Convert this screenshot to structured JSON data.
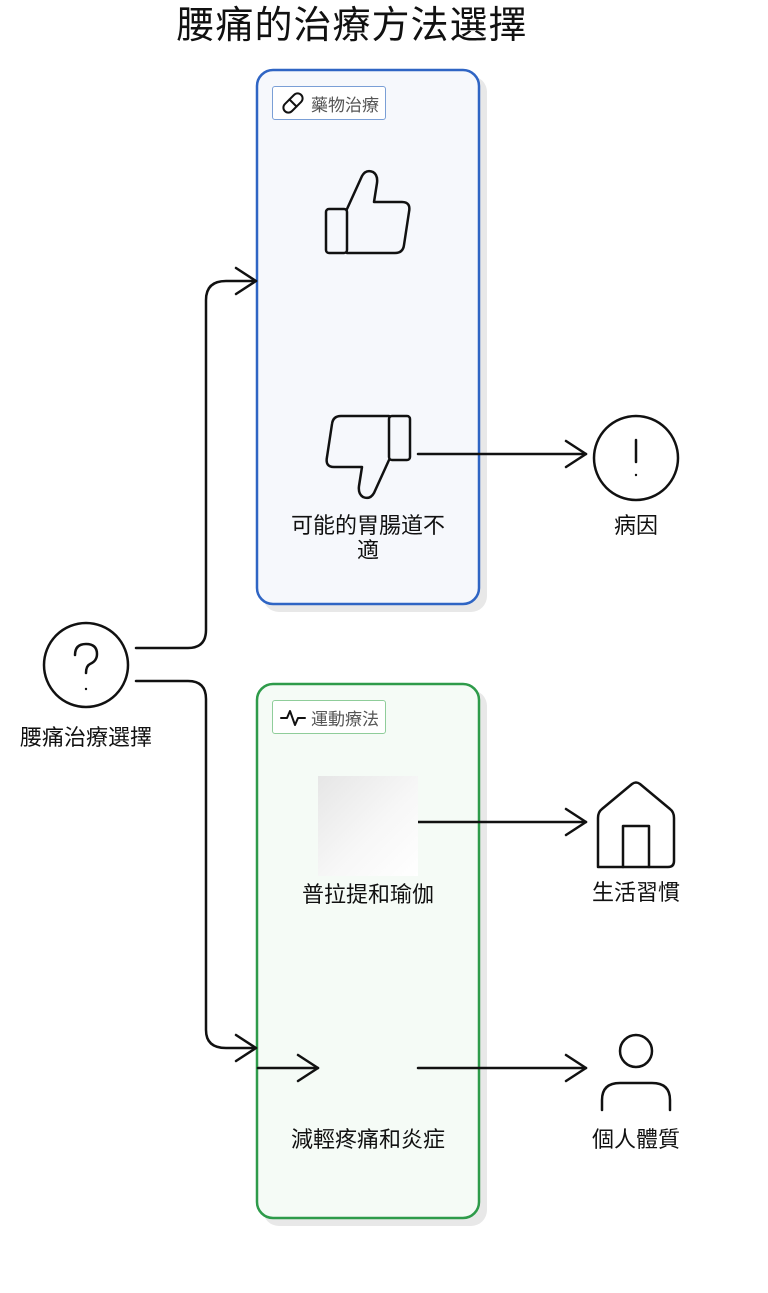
{
  "title": "腰痛的治療方法選擇",
  "groups": {
    "medication": {
      "label": "藥物治療",
      "icon": "pill-icon",
      "border_color": "#2f65c4",
      "fill_color": "#f6f8fc"
    },
    "exercise": {
      "label": "運動療法",
      "icon": "activity-icon",
      "border_color": "#2e9b4a",
      "fill_color": "#f5fbf6"
    }
  },
  "nodes": {
    "choice": {
      "label": "腰痛治療選擇",
      "icon": "question-icon"
    },
    "pros": {
      "icon": "thumbs-up-icon"
    },
    "cons": {
      "label": "可能的胃腸道不適",
      "icon": "thumbs-down-icon"
    },
    "cause": {
      "label": "病因",
      "icon": "exclamation-icon"
    },
    "pilates": {
      "label": "普拉提和瑜伽"
    },
    "habits": {
      "label": "生活習慣",
      "icon": "home-icon"
    },
    "relief": {
      "label": "減輕疼痛和炎症"
    },
    "constitution": {
      "label": "個人體質",
      "icon": "user-icon"
    }
  }
}
